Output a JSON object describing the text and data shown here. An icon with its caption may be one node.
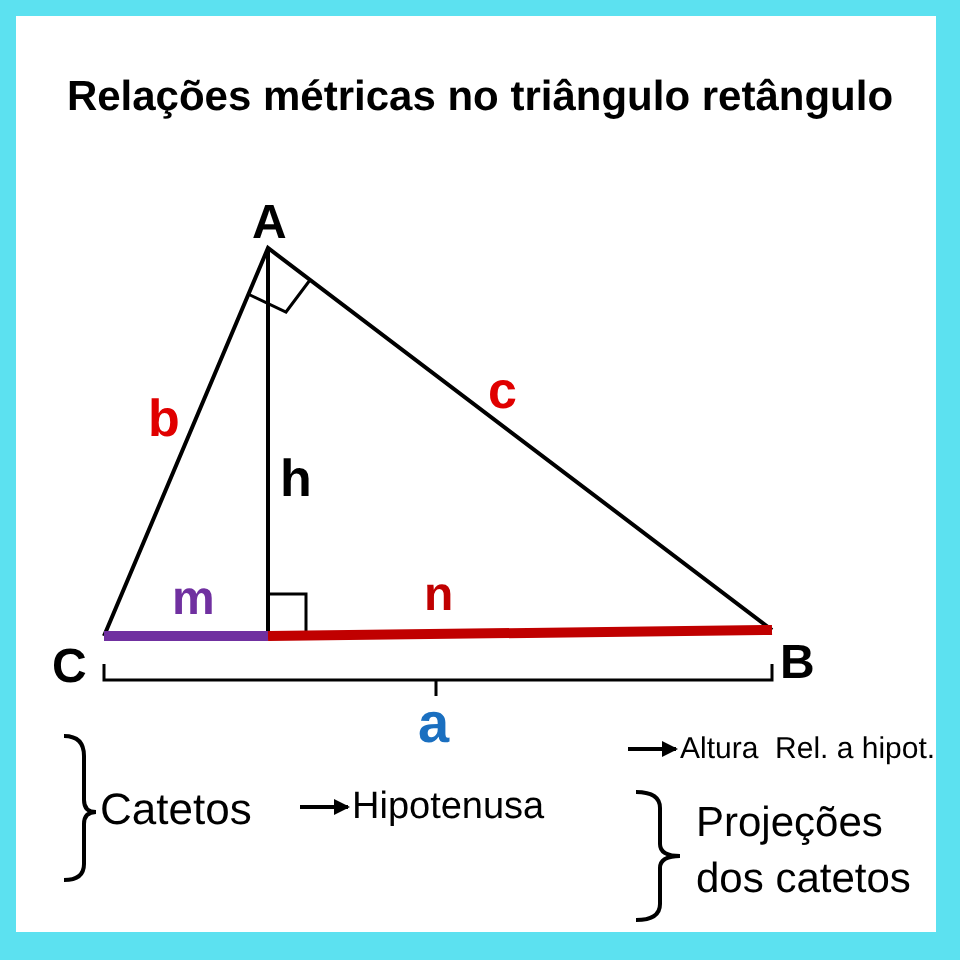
{
  "diagram": {
    "title": "Relações métricas no triângulo retângulo",
    "nodes": [
      {
        "text": [
          "Hipotenusa"
        ]
      },
      {
        "text": [
          "Altura  Rel. a hipot."
        ]
      }
    ],
    "edges": [
      {
        "from": null,
        "to": 0,
        "arrow": "to"
      },
      {
        "from": null,
        "to": 1,
        "arrow": "to"
      }
    ],
    "labels": [
      "A",
      "c",
      "b",
      "h",
      "m",
      "n",
      "C",
      "B",
      "a",
      "Catetos",
      "Projeções dos catetos"
    ]
  }
}
